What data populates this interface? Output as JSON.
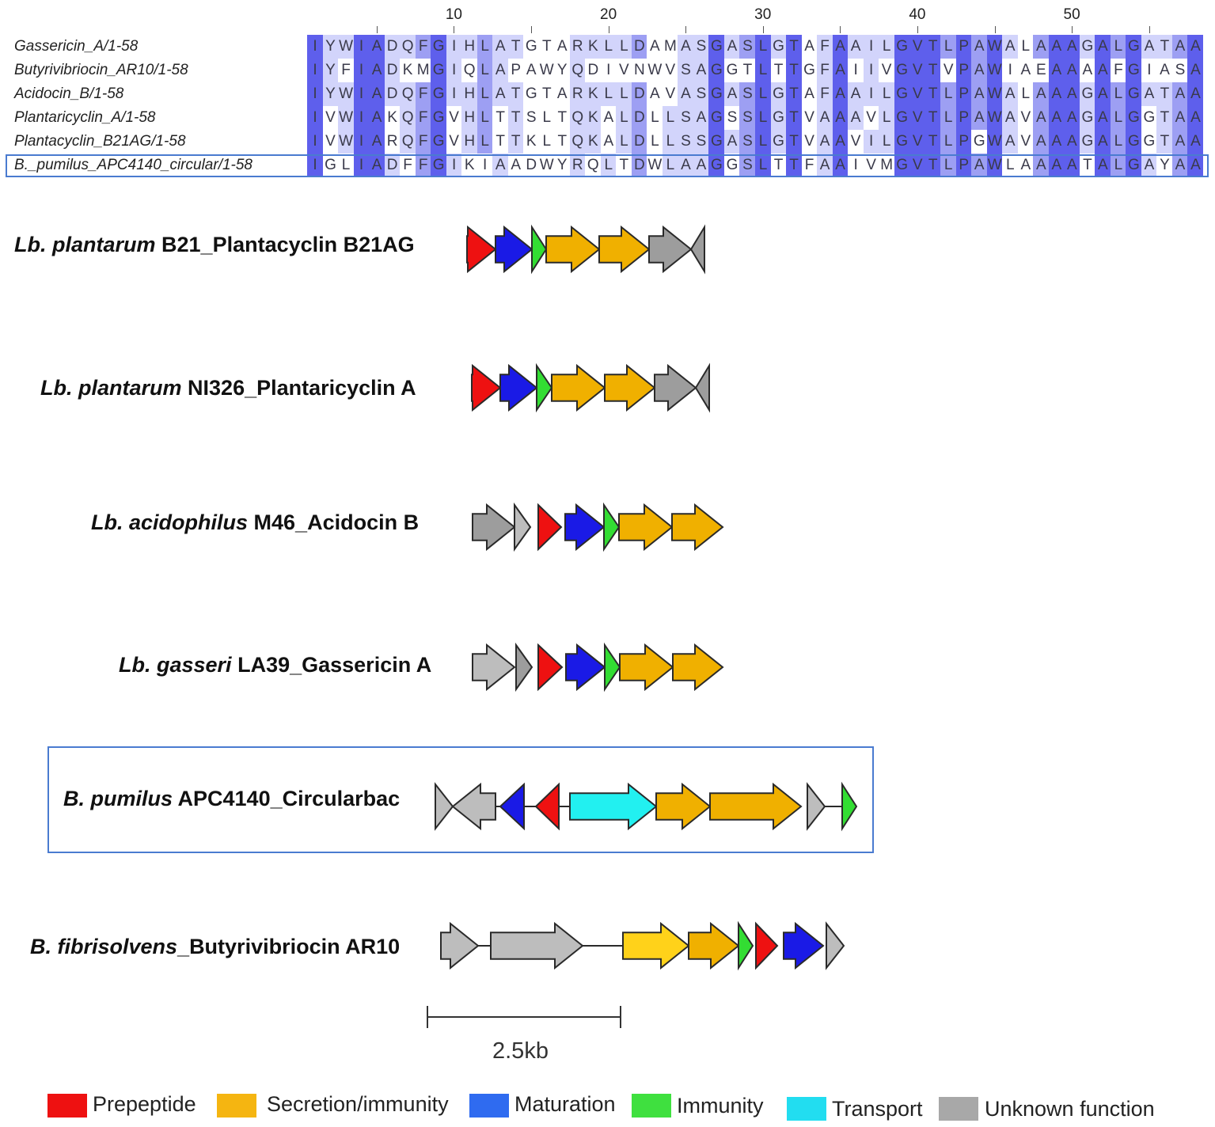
{
  "alignment": {
    "ruler": [
      "10",
      "20",
      "30",
      "40",
      "50"
    ],
    "rows": [
      {
        "name": "Gassericin_A/1-58",
        "seq": "IYWIADQFGIHLATGTARKLLDAMASGASLGTAFAAILGVTLPAWALAAAGALGATAA"
      },
      {
        "name": "Butyrivibriocin_AR10/1-58",
        "seq": "IYFIADKMGIQLAPAWYQDIVNWVSAGGTLTTGFAIIVGVTVPAWIAEAAAAFGIASA"
      },
      {
        "name": "Acidocin_B/1-58",
        "seq": "IYWIADQFGIHLATGTARKLLDAVASGASLGTAFAAILGVTLPAWALAAAGALGATAA"
      },
      {
        "name": "Plantaricyclin_A/1-58",
        "seq": "IVWIAKQFGVHLTTSLTQKALDLLSAGSSLGTVAAAVLGVTLPAWAVAAAGALGGTAA"
      },
      {
        "name": "Plantacyclin_B21AG/1-58",
        "seq": "IVWIARQFGVHLTTKLTQKALDLLSSGASLGTVAAVILGVTLPGWAVAAAGALGGTAA"
      },
      {
        "name": "B._pumilus_APC4140_circular/1-58",
        "seq": "IGLIADFFGIKIAADWYRQLTDWLAAGGSLTTFAAIVMGVTLPAWLAAAATALGAYAA"
      }
    ]
  },
  "clusters": [
    {
      "organism": "Lb. plantarum",
      "strain": "B21_Plantacyclin B21AG"
    },
    {
      "organism": "Lb. plantarum",
      "strain": "NI326_Plantaricyclin A"
    },
    {
      "organism": "Lb. acidophilus",
      "strain": "M46_Acidocin B"
    },
    {
      "organism": "Lb. gasseri",
      "strain": "LA39_Gassericin A"
    },
    {
      "organism": "B. pumilus",
      "strain": "APC4140_Circularbac"
    },
    {
      "organism": "B. fibrisolvens",
      "strain": "_Butyrivibriocin AR10"
    }
  ],
  "scale_bar": {
    "label": "2.5kb"
  },
  "legend": [
    {
      "label": "Prepeptide",
      "color": "#ee1111"
    },
    {
      "label": "Secretion/immunity",
      "color": "#f5b511"
    },
    {
      "label": "Maturation",
      "color": "#2f6bf0"
    },
    {
      "label": "Immunity",
      "color": "#3fe03f"
    },
    {
      "label": "Transport",
      "color": "#22ddf0"
    },
    {
      "label": "Unknown function",
      "color": "#a8a8a8"
    }
  ],
  "gene_colors": {
    "red": "#ee1111",
    "blue": "#1a1ae6",
    "green": "#33dd33",
    "orange": "#f0b000",
    "gray": "#9d9d9d",
    "lightgray": "#bdbdbd",
    "cyan": "#22f0f0",
    "yellow": "#ffd21a"
  }
}
